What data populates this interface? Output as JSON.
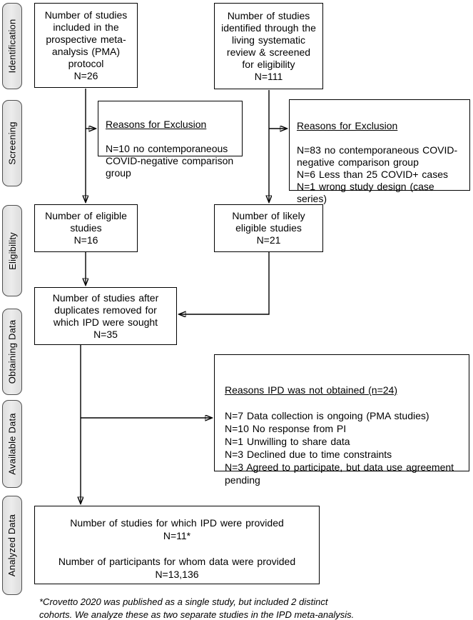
{
  "diagram_title": "IPD meta-analysis study flow diagram",
  "stages": [
    {
      "label": "Identification"
    },
    {
      "label": "Screening"
    },
    {
      "label": "Eligibility"
    },
    {
      "label": "Obtaining Data"
    },
    {
      "label": "Available Data"
    },
    {
      "label": "Analyzed Data"
    }
  ],
  "boxes": {
    "pma_protocol": {
      "text": "Number of studies\nincluded in the\nprospective meta-\nanalysis (PMA)\nprotocol\nN=26"
    },
    "lsr_identified": {
      "text": "Number of studies\nidentified through the\nliving systematic\nreview & screened\nfor eligibility\nN=111"
    },
    "exclusion_left": {
      "heading": "Reasons for Exclusion",
      "body": "N=10 no contemporaneous\nCOVID-negative comparison\ngroup"
    },
    "exclusion_right": {
      "heading": "Reasons for Exclusion",
      "body": "N=83 no contemporaneous COVID-\nnegative comparison group\nN=6 Less than 25 COVID+ cases\nN=1 wrong study design (case\nseries)"
    },
    "eligible": {
      "text": "Number of eligible\nstudies\nN=16"
    },
    "likely_eligible": {
      "text": "Number of likely\neligible studies\nN=21"
    },
    "duplicates_removed": {
      "text": "Number of studies after\nduplicates removed for\nwhich IPD were sought\nN=35"
    },
    "ipd_not_obtained": {
      "heading": "Reasons IPD was not obtained (n=24)",
      "body": "N=7 Data collection is ongoing (PMA studies)\nN=10 No response from PI\nN=1 Unwilling to share data\nN=3 Declined due to time constraints\nN=3 Agreed to participate, but data use agreement\npending"
    },
    "ipd_provided": {
      "text": "Number of studies for which IPD were provided\nN=11*\n\nNumber of participants for whom data were provided\nN=13,136"
    }
  },
  "footnote": "*Crovetto 2020 was published as a single study, but included 2 distinct\ncohorts. We analyze these as two separate studies in the IPD meta-analysis.",
  "colors": {
    "stage_fill": "#e4e4e4",
    "stage_border": "#4f4f4f",
    "box_border": "#000000",
    "background": "#ffffff",
    "text": "#000000"
  }
}
